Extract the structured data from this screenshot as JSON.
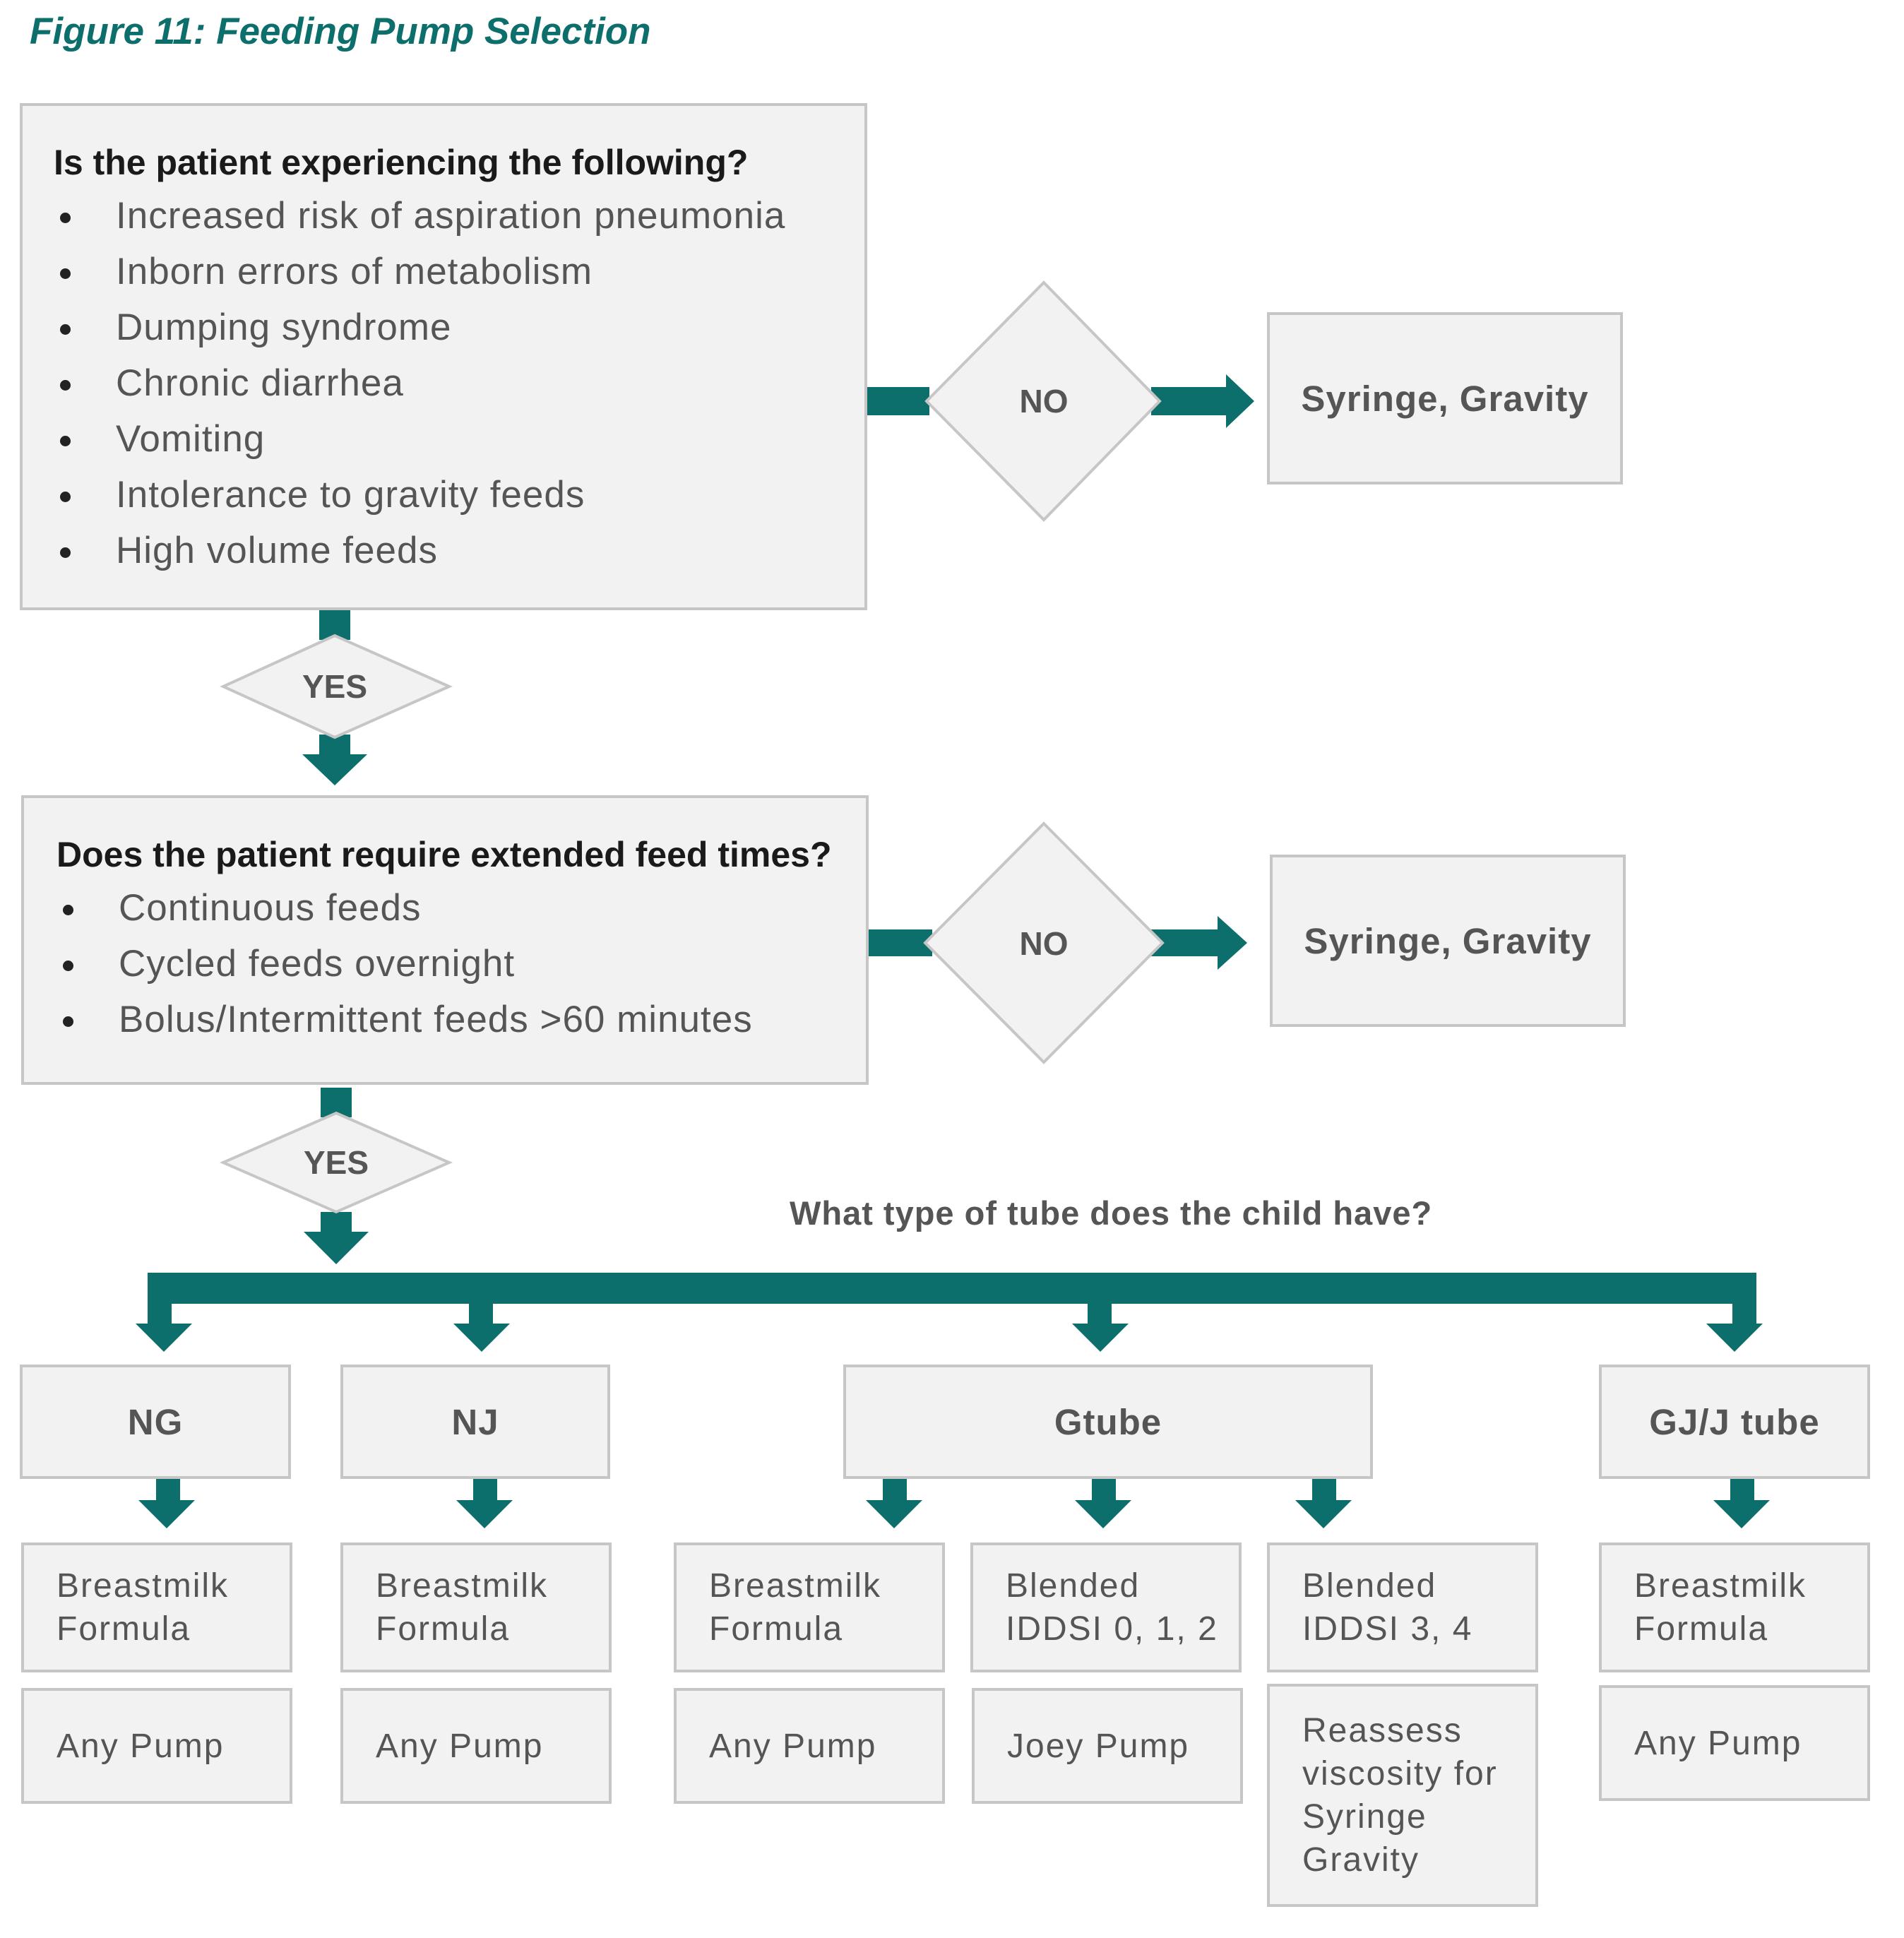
{
  "figure_title": "Figure 11: Feeding Pump Selection",
  "colors": {
    "accent": "#0d6f6c",
    "box_fill": "#f2f2f2",
    "box_border": "#c6c6c6",
    "text": "#555555"
  },
  "question1": {
    "heading": "Is the patient experiencing the following?",
    "items": [
      "Increased risk of aspiration pneumonia",
      "Inborn errors of metabolism",
      "Dumping syndrome",
      "Chronic diarrhea",
      "Vomiting",
      "Intolerance to gravity feeds",
      "High volume feeds"
    ],
    "no_label": "NO",
    "no_outcome": "Syringe, Gravity",
    "yes_label": "YES"
  },
  "question2": {
    "heading": "Does the patient require extended feed times?",
    "items": [
      "Continuous feeds",
      "Cycled feeds overnight",
      "Bolus/Intermittent feeds >60 minutes"
    ],
    "no_label": "NO",
    "no_outcome": "Syringe, Gravity",
    "yes_label": "YES"
  },
  "tube_question": "What type of tube does the child have?",
  "tubes": {
    "ng": {
      "label": "NG",
      "feed": [
        "Breastmilk",
        "Formula"
      ],
      "pump": [
        "Any Pump"
      ]
    },
    "nj": {
      "label": "NJ",
      "feed": [
        "Breastmilk",
        "Formula"
      ],
      "pump": [
        "Any Pump"
      ]
    },
    "gtube": {
      "label": "Gtube",
      "branches": [
        {
          "feed": [
            "Breastmilk",
            "Formula"
          ],
          "pump": [
            "Any Pump"
          ]
        },
        {
          "feed": [
            "Blended",
            "IDDSI 0, 1, 2"
          ],
          "pump": [
            "Joey Pump"
          ]
        },
        {
          "feed": [
            "Blended",
            "IDDSI 3, 4"
          ],
          "pump": [
            "Reassess",
            "viscosity for",
            "Syringe",
            "Gravity"
          ]
        }
      ]
    },
    "gj": {
      "label": "GJ/J tube",
      "feed": [
        "Breastmilk",
        "Formula"
      ],
      "pump": [
        "Any Pump"
      ]
    }
  }
}
